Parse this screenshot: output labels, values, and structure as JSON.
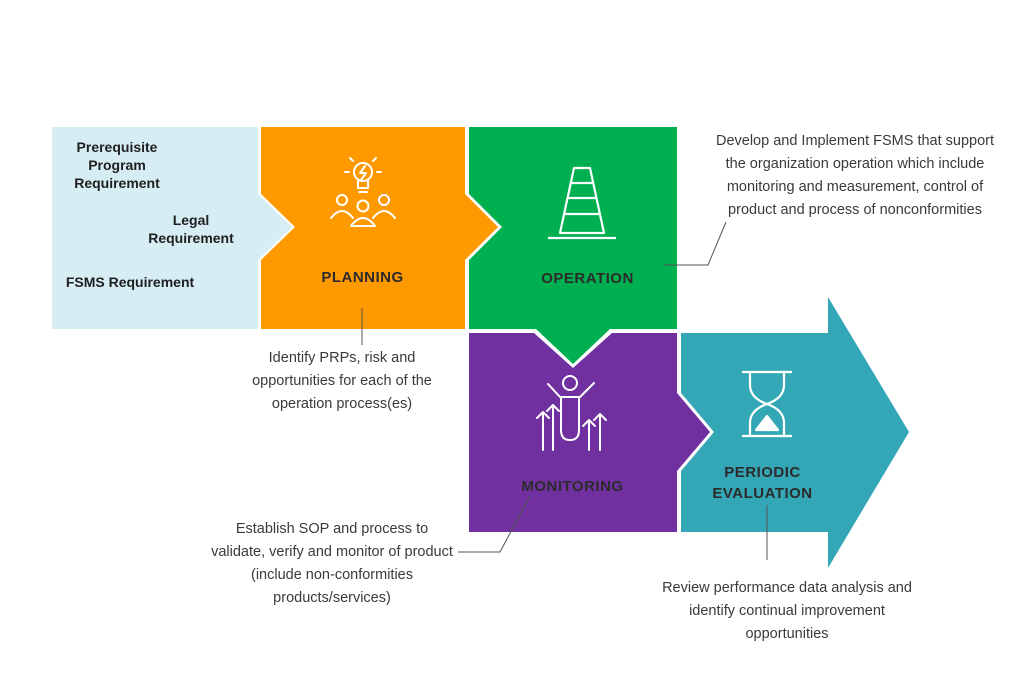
{
  "requirements": {
    "prerequisite": "Prerequisite Program Requirement",
    "legal": "Legal Requirement",
    "fsms": "FSMS Requirement"
  },
  "stages": {
    "planning": "PLANNING",
    "operation": "OPERATION",
    "monitoring": "MONITORING",
    "evaluation": "PERIODIC EVALUATION"
  },
  "notes": {
    "planning": "Identify PRPs, risk and opportunities for each of the operation process(es)",
    "operation": "Develop and Implement FSMS that support the organization operation which include monitoring and measurement, control of product and process of nonconformities",
    "monitoring": "Establish SOP and process to validate, verify and monitor of product (include non-conformities products/services)",
    "evaluation": "Review performance data analysis and identify continual improvement opportunities"
  },
  "colors": {
    "requirements_bg": "#d5edf3",
    "planning": "#ff9900",
    "operation": "#00b050",
    "monitoring": "#7030a0",
    "evaluation": "#34a7b7",
    "icon": "#ffffff",
    "connector": "#555555"
  },
  "icons": {
    "planning": "team-lightbulb-icon",
    "operation": "traffic-cone-icon",
    "monitoring": "person-growth-arrows-icon",
    "evaluation": "hourglass-icon"
  }
}
